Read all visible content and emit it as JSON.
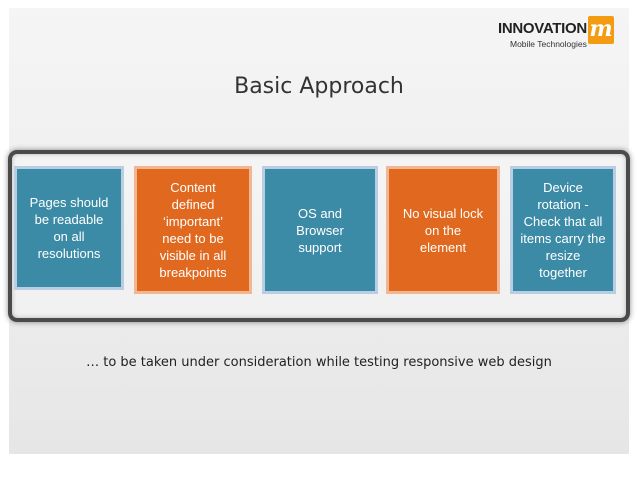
{
  "logo": {
    "name": "INNOVATION",
    "mark": "m",
    "tagline": "Mobile Technologies"
  },
  "slide": {
    "title": "Basic Approach",
    "footer": "… to be taken under consideration while testing responsive web design",
    "boxes": [
      {
        "text": "Pages should\nbe readable\non all\nresolutions",
        "color": "#3c8ba6"
      },
      {
        "text": "Content\ndefined\n‘important’\nneed to be\nvisible in all\nbreakpoints",
        "color": "#e0691f"
      },
      {
        "text": "OS and\nBrowser\nsupport",
        "color": "#3c8ba6"
      },
      {
        "text": "No visual lock\non the\nelement",
        "color": "#e0691f"
      },
      {
        "text": "Device\nrotation -\nCheck that all\nitems carry the\nresize\ntogether",
        "color": "#3c8ba6"
      }
    ]
  },
  "colors": {
    "blue": "#3c8ba6",
    "orange": "#e0691f",
    "logo_accent": "#f39c12"
  }
}
